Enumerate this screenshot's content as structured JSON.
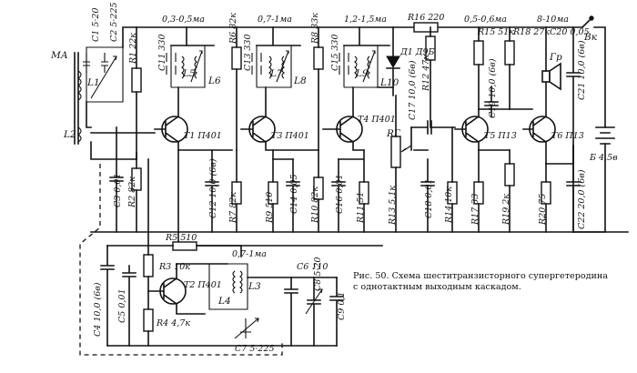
{
  "caption": {
    "line1": "Рис. 50. Схема шеститранзисторного супергетеродина",
    "line2": "с однотактным выходным каскадом."
  },
  "labels": {
    "antenna": "МА",
    "c1": "C1 5·20",
    "c2": "C2 5·225",
    "r1": "R1 22к",
    "l1": "L1",
    "l2": "L2",
    "c3": "C3 0,01",
    "r2": "R2 82к",
    "i1": "0,3-0,5ма",
    "i2": "0,7-1ма",
    "i3": "1,2-1,5ма",
    "r16": "R16 220",
    "i5": "0,5-0,6ма",
    "i6": "8-10ма",
    "vk": "Вк",
    "c11": "C11 330",
    "l5": "L5",
    "l6": "L6",
    "r6": "R6 82к",
    "t1": "T1 П401",
    "c12": "C12 10,0 (6в)",
    "r7": "R7 82к",
    "c13": "C13 330",
    "l7": "L7",
    "l8": "L8",
    "r8": "R8 33к",
    "t3": "T3 П401",
    "r9": "R9 510",
    "c14": "C14 0,05",
    "c15": "C15 330",
    "l9": "L9",
    "l10": "L10",
    "d1": "Д1 Д9Б",
    "r10": "R10 82к",
    "c16": "C16 0,01",
    "r11": "R11 51",
    "t4": "T4 П401",
    "r12": "R12 47к",
    "c17": "C17 10,0 (6в)",
    "rg": "RГ",
    "r13": "R13 5,1к",
    "c18": "C18 0,01",
    "r14": "R14 10к",
    "r15": "R15 51к",
    "c19": "C19 10,0 (6в)",
    "t5": "T5 П13",
    "r17": "R17 33",
    "r18": "R18 27к",
    "c20": "C20 0,05",
    "r19": "R19 2к",
    "gr": "Гр",
    "t6": "T6 П13",
    "r20": "R20 75",
    "c21": "C21 10,0 (6в)",
    "c22": "C22 20,0 (6в)",
    "battery": "Б 4,5в",
    "r5": "R5 510",
    "i2b": "0,7-1ма",
    "c4": "C4 10,0 (6в)",
    "c5": "C5 0,01",
    "r3": "R3 10к",
    "t2": "T2 П401",
    "l4": "L4",
    "l3": "L3",
    "r4": "R4 4,7к",
    "c6": "C6 110",
    "c8": "C8 5·20",
    "c9": "C9 0,1",
    "c7": "C7 5·225"
  }
}
